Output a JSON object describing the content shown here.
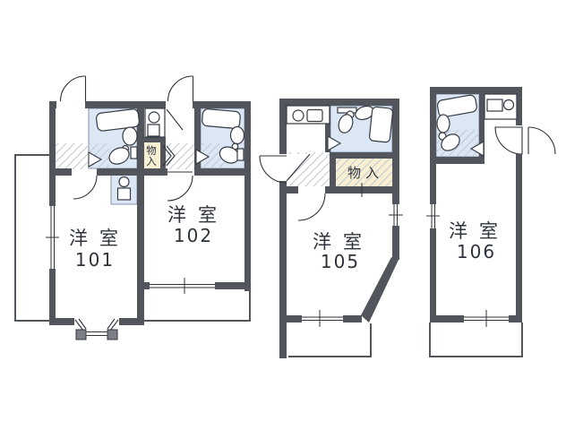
{
  "floor_plan": {
    "type": "apartment-floor-plan",
    "colors": {
      "wall": "#53555d",
      "bathroom": "#dce7f5",
      "closet": "#f9f0d4",
      "hatch_line": "#c3c9d2",
      "line": "#2f333a"
    },
    "units": [
      {
        "rooms": [
          {
            "label": "洋室",
            "number": "101"
          },
          {
            "label": "洋室",
            "number": "102"
          }
        ],
        "closet": {
          "chars": [
            "物",
            "入"
          ]
        }
      },
      {
        "rooms": [
          {
            "label": "洋室",
            "number": "105"
          }
        ],
        "closet": {
          "label": "物入"
        }
      },
      {
        "rooms": [
          {
            "label": "洋室",
            "number": "106"
          }
        ]
      }
    ]
  }
}
